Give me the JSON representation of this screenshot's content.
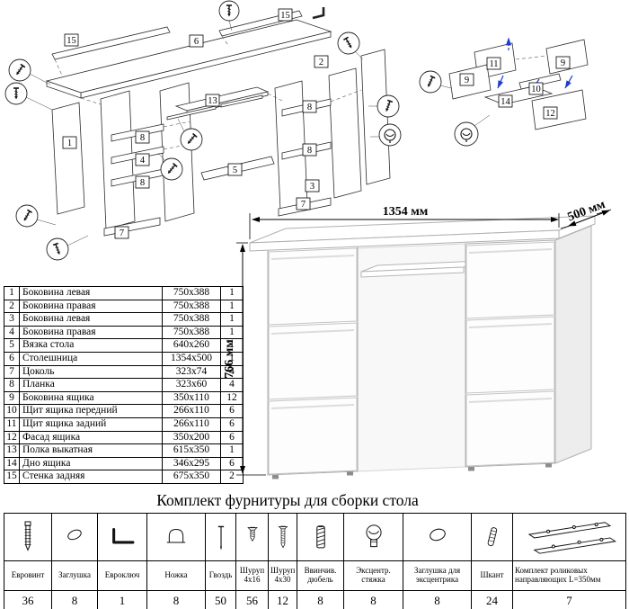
{
  "dimensions": {
    "width": "1354 мм",
    "depth": "500 мм",
    "height": "766 мм"
  },
  "parts": [
    {
      "num": "1",
      "name": "Боковина левая",
      "size": "750x388",
      "qty": "1"
    },
    {
      "num": "2",
      "name": "Боковина правая",
      "size": "750x388",
      "qty": "1"
    },
    {
      "num": "3",
      "name": "Боковина левая",
      "size": "750x388",
      "qty": "1"
    },
    {
      "num": "4",
      "name": "Боковина правая",
      "size": "750x388",
      "qty": "1"
    },
    {
      "num": "5",
      "name": "Вязка стола",
      "size": "640x260",
      "qty": "1"
    },
    {
      "num": "6",
      "name": "Столешница",
      "size": "1354x500",
      "qty": "1"
    },
    {
      "num": "7",
      "name": "Цоколь",
      "size": "323x74",
      "qty": "4"
    },
    {
      "num": "8",
      "name": "Планка",
      "size": "323x60",
      "qty": "4"
    },
    {
      "num": "9",
      "name": "Боковина ящика",
      "size": "350x110",
      "qty": "12"
    },
    {
      "num": "10",
      "name": "Щит ящика передний",
      "size": "266x110",
      "qty": "6"
    },
    {
      "num": "11",
      "name": "Щит ящика задний",
      "size": "266x110",
      "qty": "6"
    },
    {
      "num": "12",
      "name": "Фасад ящика",
      "size": "350x200",
      "qty": "6"
    },
    {
      "num": "13",
      "name": "Полка выкатная",
      "size": "615x350",
      "qty": "1"
    },
    {
      "num": "14",
      "name": "Дно ящика",
      "size": "346x295",
      "qty": "6"
    },
    {
      "num": "15",
      "name": "Стенка задняя",
      "size": "675x350",
      "qty": "2"
    }
  ],
  "main_diagram": {
    "labels": [
      "15",
      "6",
      "15",
      "2",
      "13",
      "1",
      "8",
      "4",
      "8",
      "5",
      "7",
      "8",
      "8",
      "3",
      "7"
    ]
  },
  "drawer_diagram": {
    "labels": [
      "11",
      "9",
      "9",
      "10",
      "14",
      "12"
    ]
  },
  "hardware": {
    "title": "Комплект фурнитуры для сборки стола",
    "items": [
      {
        "name": "Евровинт",
        "qty": "36",
        "icon": "confirmat-screw"
      },
      {
        "name": "Заглушка",
        "qty": "8",
        "icon": "plastic-cap"
      },
      {
        "name": "Евроключ",
        "qty": "1",
        "icon": "hex-key"
      },
      {
        "name": "Ножка",
        "qty": "8",
        "icon": "furniture-foot"
      },
      {
        "name": "Гвоздь",
        "qty": "50",
        "icon": "nail"
      },
      {
        "name": "Шуруп 4x16",
        "qty": "56",
        "icon": "screw-4x16"
      },
      {
        "name": "Шуруп 4x30",
        "qty": "12",
        "icon": "screw-4x30"
      },
      {
        "name": "Ввинчив. дюбель",
        "qty": "8",
        "icon": "screw-in-dowel"
      },
      {
        "name": "Эксцентр. стяжка",
        "qty": "8",
        "icon": "cam-lock"
      },
      {
        "name": "Заглушка для эксцентрика",
        "qty": "8",
        "icon": "cam-cap"
      },
      {
        "name": "Шкант",
        "qty": "24",
        "icon": "wood-dowel"
      },
      {
        "name": "Комплект роликовых направляющих L=350мм",
        "qty": "7",
        "icon": "drawer-slides"
      }
    ]
  }
}
